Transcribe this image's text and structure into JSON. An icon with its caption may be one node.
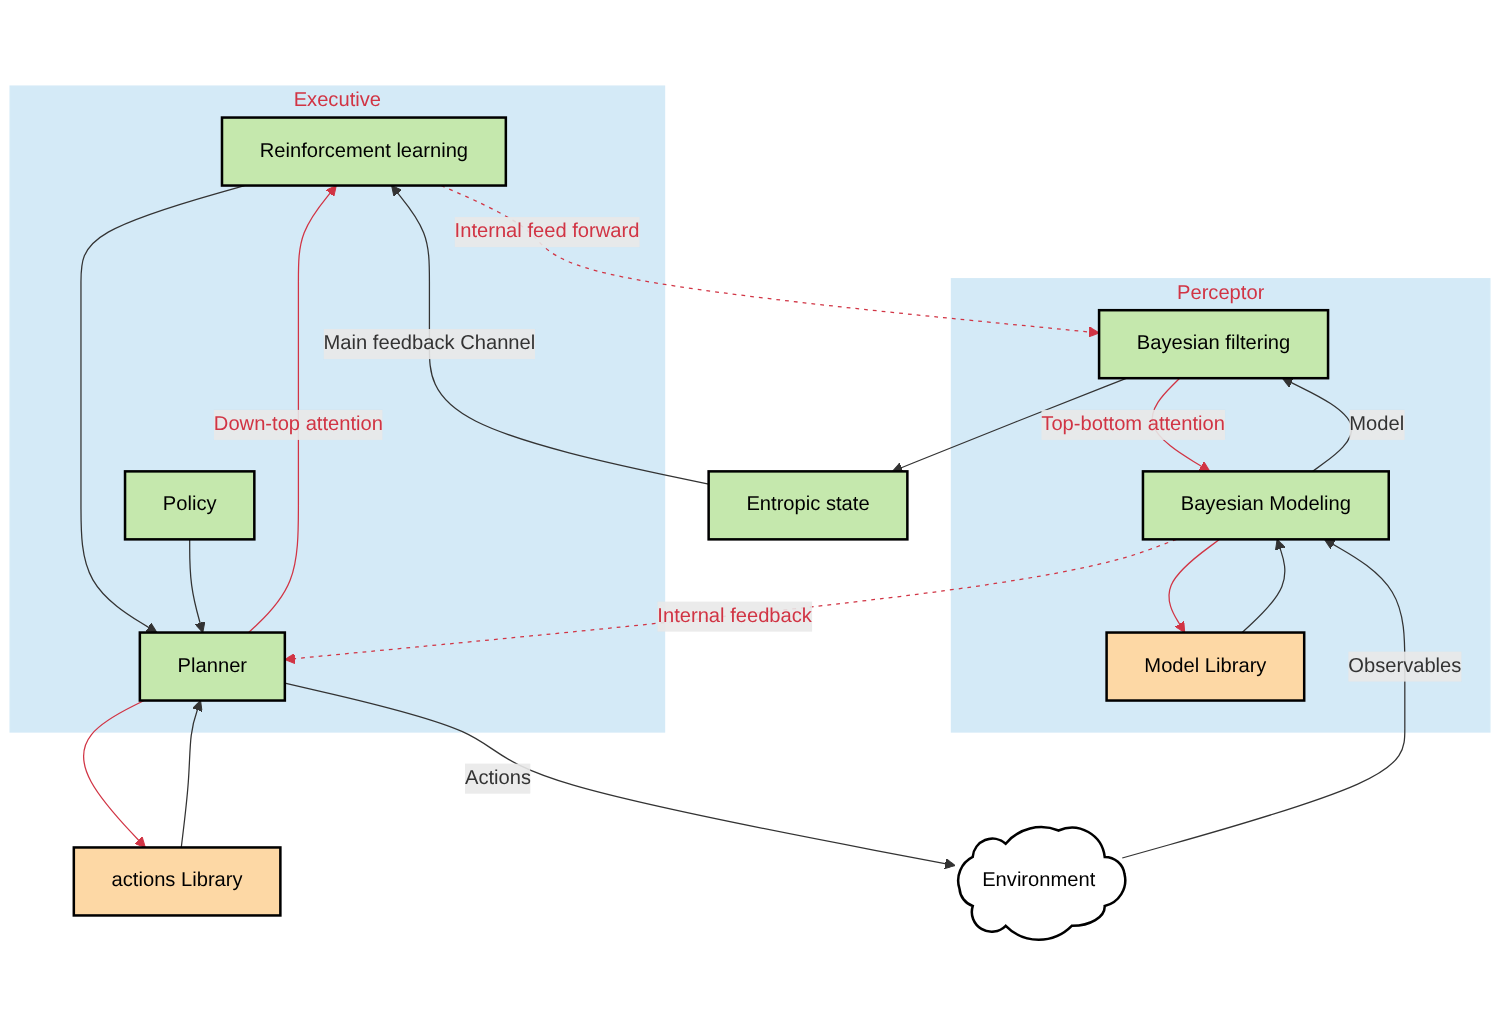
{
  "diagram": {
    "nodes": [
      {
        "text": [
          "Executive"
        ]
      },
      {
        "text": [
          "Reinforcement learning"
        ],
        "in": 0
      },
      {
        "text": [
          "Policy"
        ],
        "in": 0
      },
      {
        "text": [
          "Planner"
        ],
        "in": 0
      },
      {
        "text": [
          "actions Library"
        ]
      },
      {
        "text": [
          "Perceptor"
        ]
      },
      {
        "text": [
          "Entropic state"
        ]
      },
      {
        "text": [
          "Bayesian filtering"
        ],
        "in": 5
      },
      {
        "text": [
          "Bayesian Modeling"
        ],
        "in": 5
      },
      {
        "text": [
          "Model Library"
        ],
        "in": 5
      },
      {
        "text": [
          "Environment"
        ]
      }
    ],
    "edges": [
      {
        "from": 6,
        "to": 1,
        "arrow": "to",
        "label": "Main feedback Channel"
      },
      {
        "from": 7,
        "to": 6,
        "arrow": "to"
      },
      {
        "from": 8,
        "to": 7,
        "arrow": "to",
        "label": "Model"
      },
      {
        "from": 1,
        "to": 7,
        "arrow": "to",
        "label": "Internal feed forward",
        "style": "dashed",
        "color": "#d13444"
      },
      {
        "from": 7,
        "to": 8,
        "arrow": "to",
        "label": "Top-bottom attention",
        "color": "#d13444"
      },
      {
        "from": 8,
        "to": 3,
        "arrow": "to",
        "label": "Internal feedback",
        "style": "dashed",
        "color": "#d13444"
      },
      {
        "from": 3,
        "to": 1,
        "arrow": "to",
        "label": "Down-top attention",
        "color": "#d13444"
      },
      {
        "from": 1,
        "to": 3,
        "arrow": "to"
      },
      {
        "from": 2,
        "to": 3,
        "arrow": "to"
      },
      {
        "from": 3,
        "to": 4,
        "arrow": "to",
        "color": "#d13444"
      },
      {
        "from": 4,
        "to": 3,
        "arrow": "to"
      },
      {
        "from": 3,
        "to": 10,
        "arrow": "to",
        "label": "Actions"
      },
      {
        "from": 10,
        "to": 8,
        "arrow": "to",
        "label": "Observables"
      },
      {
        "from": 8,
        "to": 9,
        "arrow": "to",
        "color": "#d13444"
      },
      {
        "from": 9,
        "to": 8,
        "arrow": "to"
      }
    ]
  }
}
